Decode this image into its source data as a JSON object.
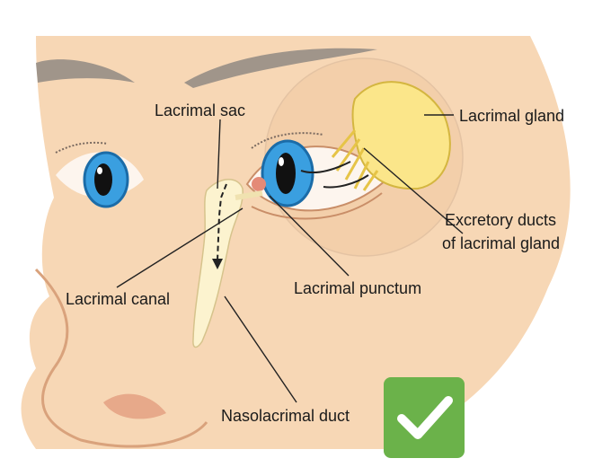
{
  "labels": {
    "lacrimal_sac": "Lacrimal sac",
    "lacrimal_gland": "Lacrimal gland",
    "excretory_ducts_line1": "Excretory ducts",
    "excretory_ducts_line2": "of lacrimal gland",
    "lacrimal_canal": "Lacrimal canal",
    "lacrimal_punctum": "Lacrimal punctum",
    "nasolacrimal_duct": "Nasolacrimal duct"
  },
  "colors": {
    "skin": "#f7d7b5",
    "skin_shadow": "#e9b88d",
    "outline": "#b98563",
    "eyebrow": "#8c8273",
    "iris": "#3a9fe0",
    "gland": "#fbe68a",
    "duct": "#fcf3cf",
    "badge": "#6bb24a"
  },
  "badge_icon": "checkmark-icon"
}
